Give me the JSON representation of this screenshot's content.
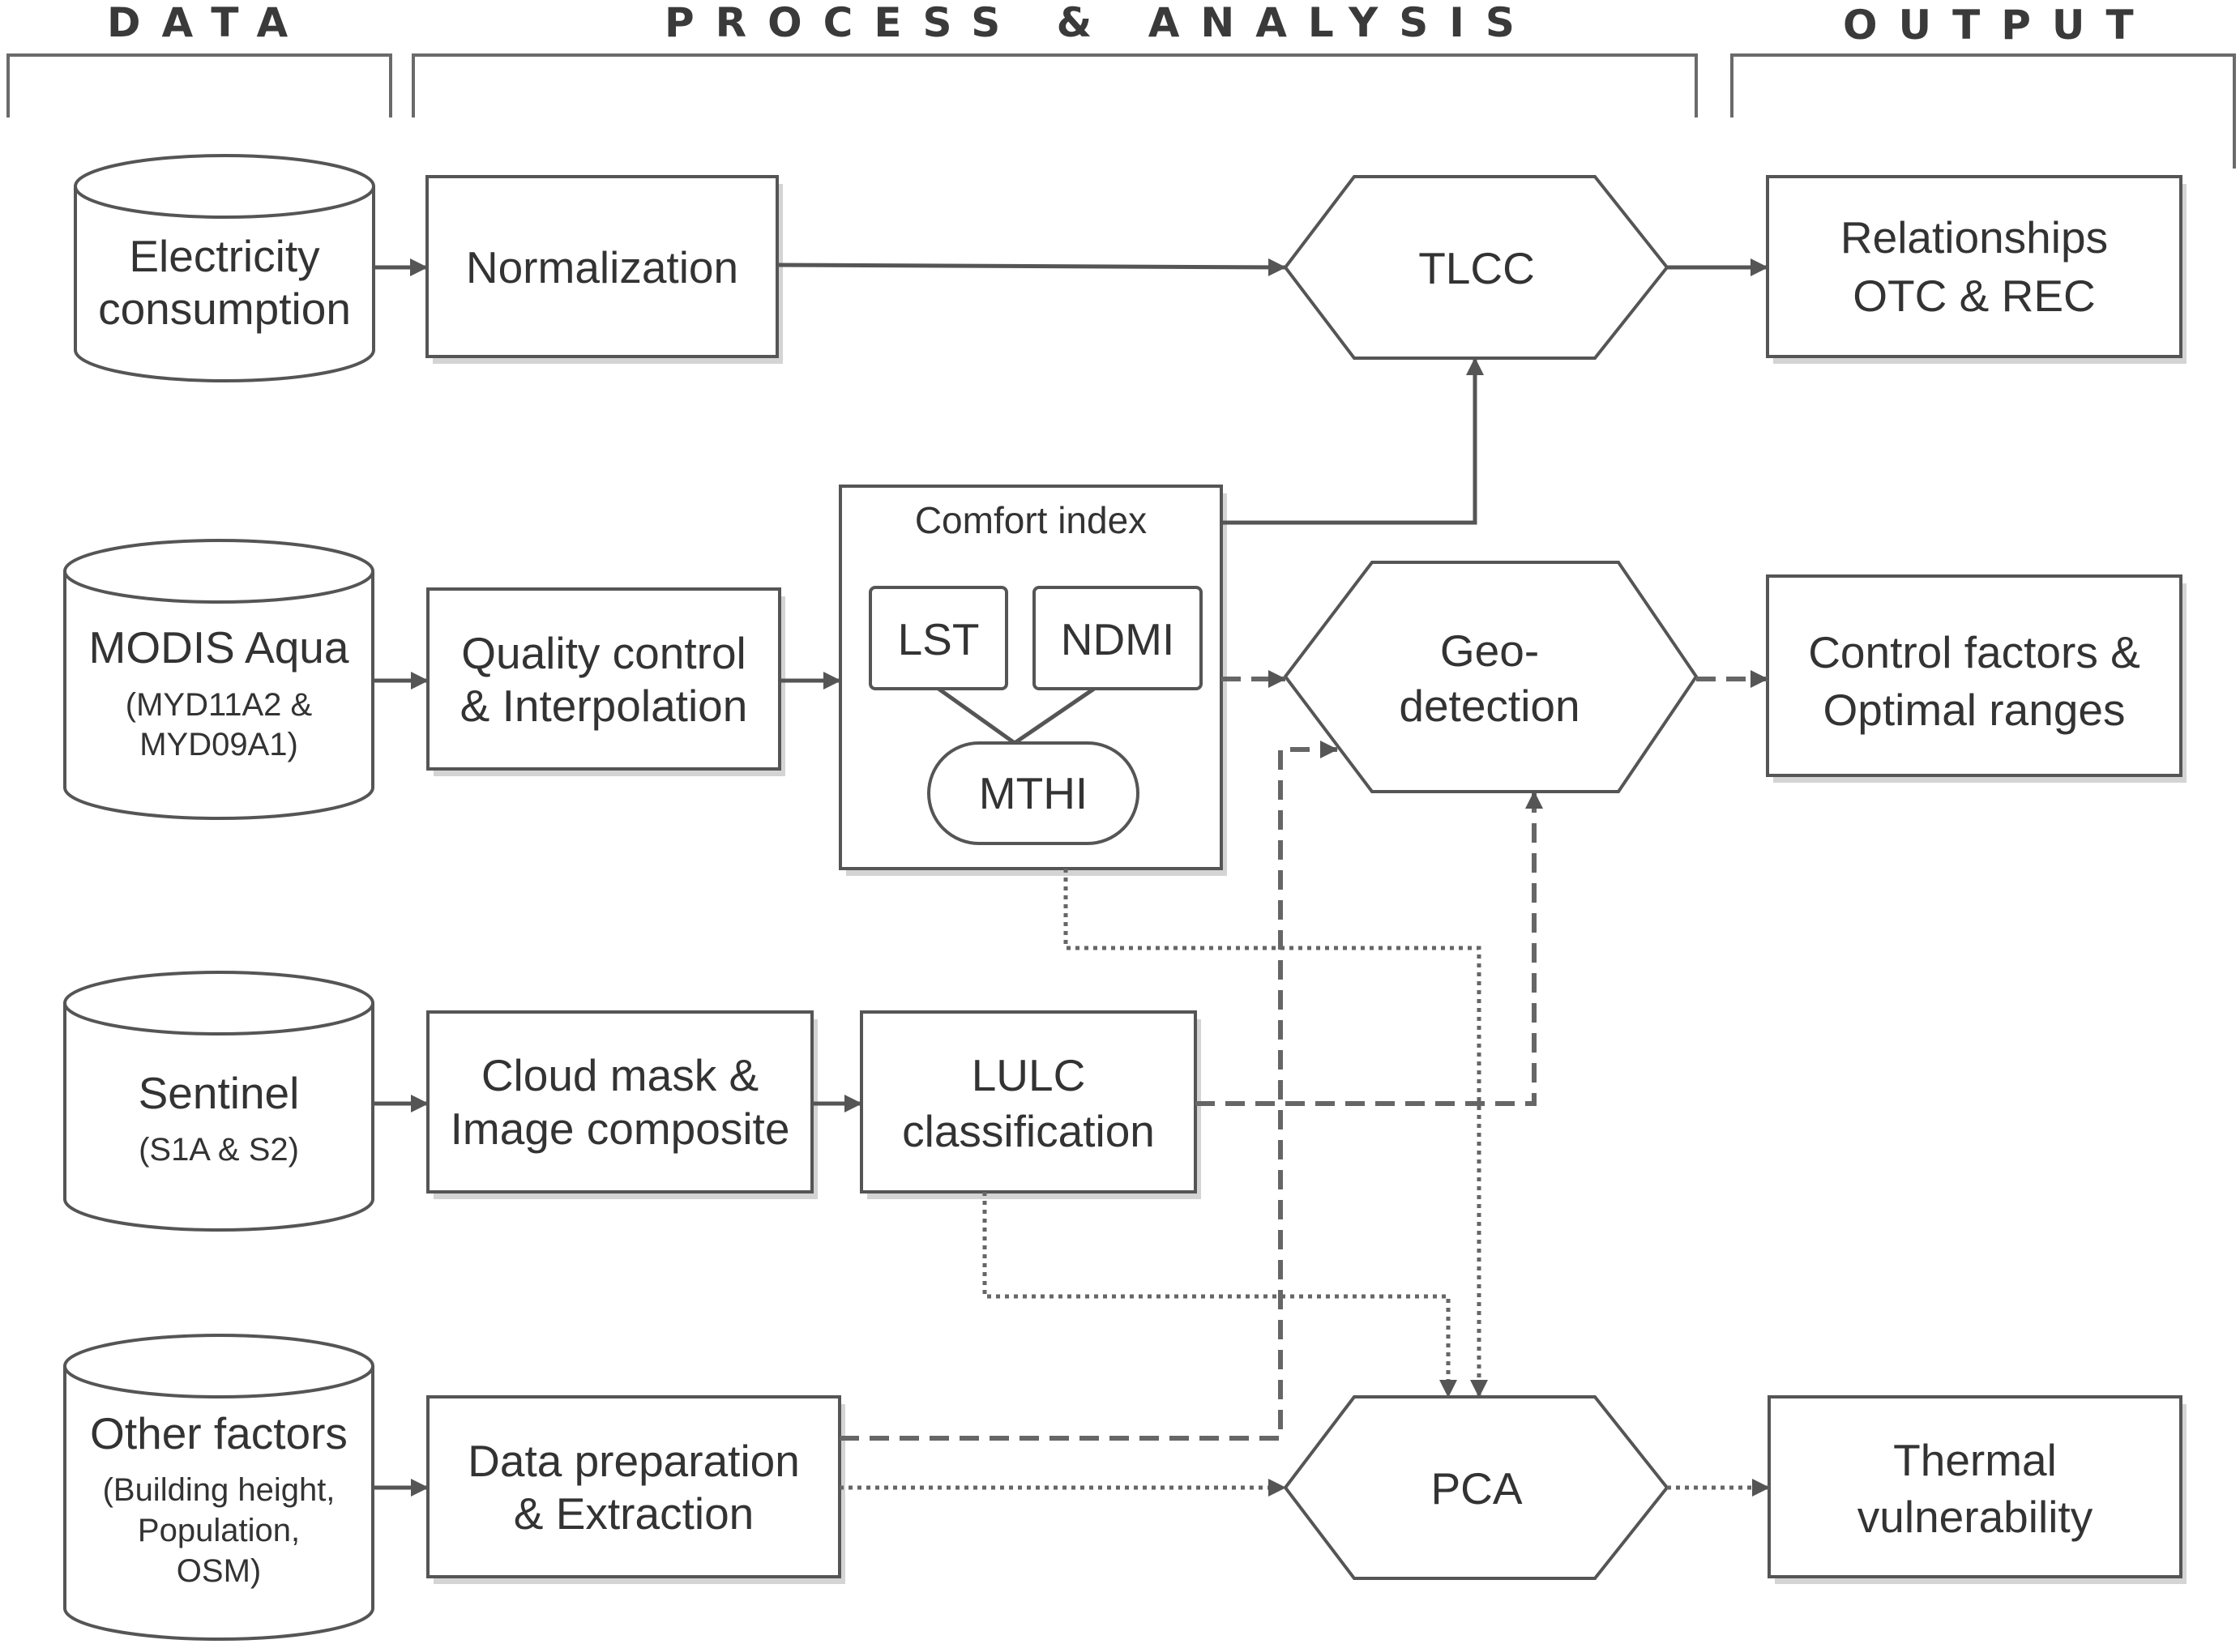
{
  "headers": {
    "data": "DATA",
    "process": "PROCESS & ANALYSIS",
    "output": "OUTPUT"
  },
  "data_sources": {
    "electricity": {
      "line1": "Electricity",
      "line2": "consumption"
    },
    "modis": {
      "title": "MODIS Aqua",
      "sub1": "(MYD11A2 &",
      "sub2": "MYD09A1)"
    },
    "sentinel": {
      "title": "Sentinel",
      "sub1": "(S1A & S2)"
    },
    "other": {
      "title": "Other factors",
      "sub1": "(Building height,",
      "sub2": "Population,",
      "sub3": "OSM)"
    }
  },
  "process": {
    "normalization": "Normalization",
    "quality": {
      "line1": "Quality control",
      "line2": "& Interpolation"
    },
    "comfort": {
      "title": "Comfort index",
      "lst": "LST",
      "ndmi": "NDMI",
      "mthi": "MTHI"
    },
    "cloud": {
      "line1": "Cloud mask &",
      "line2": "Image composite"
    },
    "lulc": {
      "line1": "LULC",
      "line2": "classification"
    },
    "dataprep": {
      "line1": "Data preparation",
      "line2": "& Extraction"
    }
  },
  "analysis": {
    "tlcc": "TLCC",
    "geo": {
      "line1": "Geo-",
      "line2": "detection"
    },
    "pca": "PCA"
  },
  "outputs": {
    "relationships": {
      "line1": "Relationships",
      "line2": "OTC & REC"
    },
    "control": {
      "line1": "Control factors &",
      "line2": "Optimal ranges"
    },
    "thermal": {
      "line1": "Thermal",
      "line2": "vulnerability"
    }
  },
  "colors": {
    "line": "#555555",
    "text": "#333333",
    "shadow": "#d4d4d4"
  }
}
